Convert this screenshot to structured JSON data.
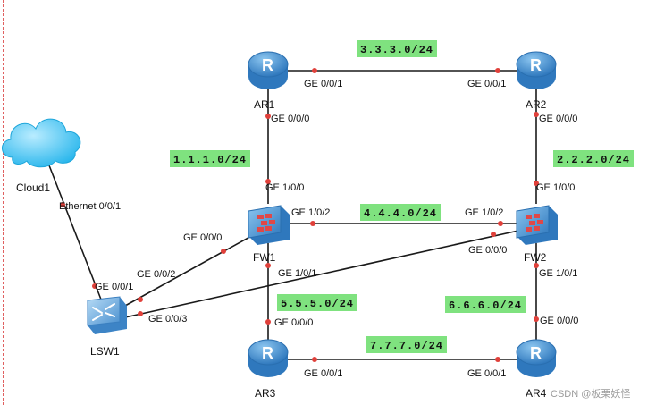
{
  "colors": {
    "link": "#1a1a1a",
    "port_dot": "#e0403a",
    "subnet_bg": "#7fe27f",
    "router": "#3a86c8",
    "firewall": "#3a86c8",
    "firewall_grid": "#e04848",
    "switch": "#5aa0d8",
    "cloud": "#4fc8f0"
  },
  "devices": {
    "ar1": "AR1",
    "ar2": "AR2",
    "ar3": "AR3",
    "ar4": "AR4",
    "fw1": "FW1",
    "fw2": "FW2",
    "lsw1": "LSW1",
    "cloud1": "Cloud1"
  },
  "subnets": {
    "s3": "3.3.3.0/24",
    "s1": "1.1.1.0/24",
    "s2": "2.2.2.0/24",
    "s4": "4.4.4.0/24",
    "s5": "5.5.5.0/24",
    "s6": "6.6.6.0/24",
    "s7": "7.7.7.0/24"
  },
  "ports": {
    "ar1_ar2_ar1": "GE 0/0/1",
    "ar1_ar2_ar2": "GE 0/0/1",
    "ar1_fw1_ar1": "GE 0/0/0",
    "ar1_fw1_fw1": "GE 1/0/0",
    "ar2_fw2_ar2": "GE 0/0/0",
    "ar2_fw2_fw2": "GE 1/0/0",
    "fw1_fw2_fw1": "GE 1/0/2",
    "fw1_fw2_fw2": "GE 1/0/2",
    "fw1_lsw1_fw1": "GE 0/0/0",
    "fw1_lsw1_lsw1": "GE 0/0/2",
    "fw2_lsw1_fw2": "GE 0/0/0",
    "fw2_lsw1_lsw1": "GE 0/0/3",
    "fw1_ar3_fw1": "GE 1/0/1",
    "fw1_ar3_ar3": "GE 0/0/0",
    "fw2_ar4_fw2": "GE 1/0/1",
    "fw2_ar4_ar4": "GE 0/0/0",
    "ar3_ar4_ar3": "GE 0/0/1",
    "ar3_ar4_ar4": "GE 0/0/1",
    "cloud_lsw1_cloud": "Ethernet 0/0/1",
    "cloud_lsw1_lsw1": "GE 0/0/1"
  },
  "watermark": "CSDN @板栗妖怪"
}
